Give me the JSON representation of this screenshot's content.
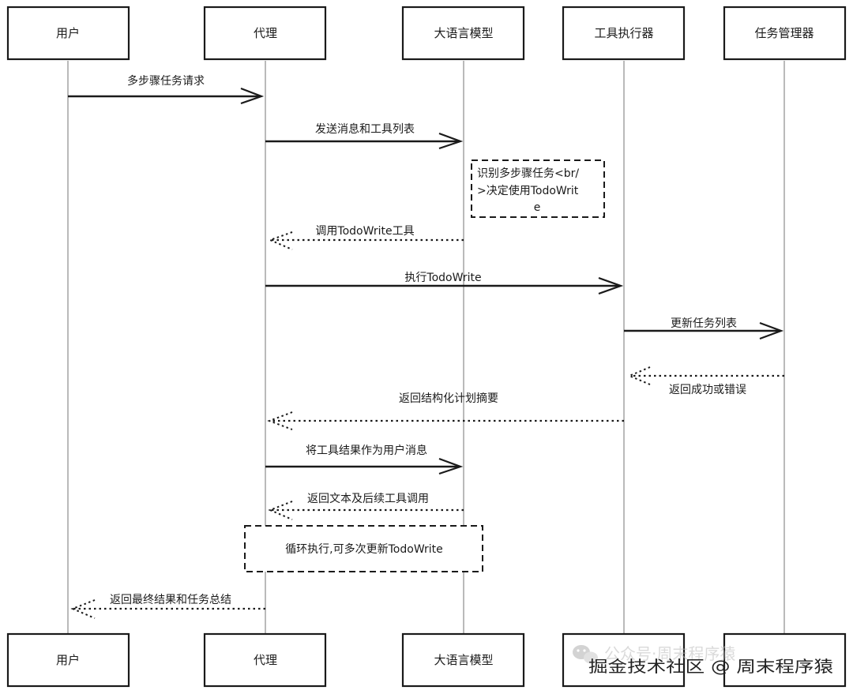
{
  "participants": [
    {
      "id": "user",
      "label": "用户"
    },
    {
      "id": "agent",
      "label": "代理"
    },
    {
      "id": "llm",
      "label": "大语言模型"
    },
    {
      "id": "tool_executor",
      "label": "工具执行器"
    },
    {
      "id": "task_manager",
      "label": "任务管理器"
    }
  ],
  "messages": [
    {
      "from": "user",
      "to": "agent",
      "style": "solid",
      "label": "多步骤任务请求"
    },
    {
      "from": "agent",
      "to": "llm",
      "style": "solid",
      "label": "发送消息和工具列表"
    },
    {
      "from": "llm",
      "to": "agent",
      "style": "dotted",
      "label": "调用TodoWrite工具"
    },
    {
      "from": "agent",
      "to": "tool_executor",
      "style": "solid",
      "label": "执行TodoWrite"
    },
    {
      "from": "tool_executor",
      "to": "task_manager",
      "style": "solid",
      "label": "更新任务列表"
    },
    {
      "from": "task_manager",
      "to": "tool_executor",
      "style": "dotted",
      "label": "返回成功或错误"
    },
    {
      "from": "tool_executor",
      "to": "agent",
      "style": "dotted",
      "label": "返回结构化计划摘要"
    },
    {
      "from": "agent",
      "to": "llm",
      "style": "solid",
      "label": "将工具结果作为用户消息"
    },
    {
      "from": "llm",
      "to": "agent",
      "style": "dotted",
      "label": "返回文本及后续工具调用"
    },
    {
      "from": "agent",
      "to": "user",
      "style": "dotted",
      "label": "返回最终结果和任务总结"
    }
  ],
  "notes": {
    "llm_note": {
      "lines": [
        "识别多步骤任务<br/",
        ">决定使用TodoWrit",
        "e"
      ]
    },
    "loop_note": {
      "text": "循环执行,可多次更新TodoWrite"
    }
  },
  "watermark": {
    "faint": "公众号·周末程序猿",
    "text": "掘金技术社区 @ 周末程序猿"
  }
}
